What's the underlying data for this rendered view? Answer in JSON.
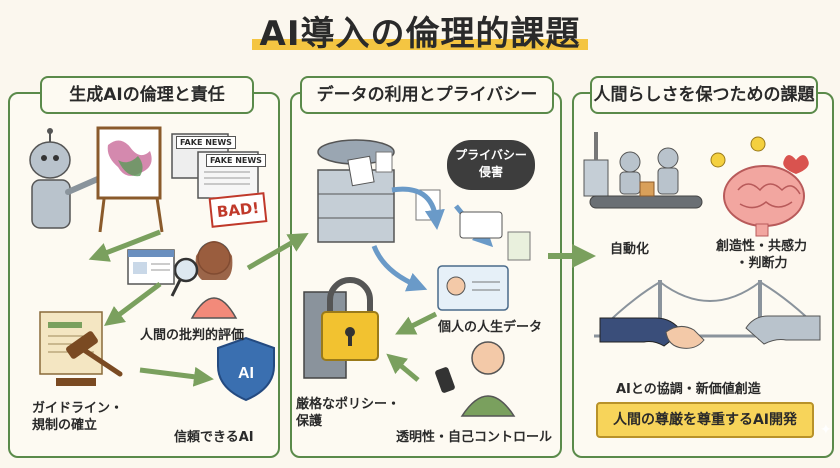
{
  "title": "AI導入の倫理的課題",
  "panels": [
    {
      "title": "生成AIの倫理と責任",
      "items": {
        "fake_news_1": "FAKE NEWS",
        "fake_news_2": "FAKE NEWS",
        "bad": "BAD!",
        "critical_eval": "人間の批判的評価",
        "guideline_line1": "ガイドライン・",
        "guideline_line2": "規制の確立",
        "trusted_ai": "信頼できるAI",
        "shield_text": "AI"
      }
    },
    {
      "title": "データの利用とプライバシー",
      "items": {
        "privacy_line1": "プライバシー",
        "privacy_line2": "侵害",
        "personal_data": "個人の人生データ",
        "policy_line1": "厳格なポリシー・",
        "policy_line2": "保護",
        "transparency": "透明性・自己コントロール"
      }
    },
    {
      "title": "人間らしさを保つための課題",
      "items": {
        "automation": "自動化",
        "creativity_line1": "創造性・共感力",
        "creativity_line2": "・判断力",
        "collaboration": "AIとの協調・新価値創造",
        "banner": "人間の尊厳を尊重するAI開発"
      }
    }
  ],
  "colors": {
    "frame": "#5a8a4a",
    "arrow": "#7aa05e",
    "banner": "#f7d45a",
    "highlight": "#f4c542"
  }
}
